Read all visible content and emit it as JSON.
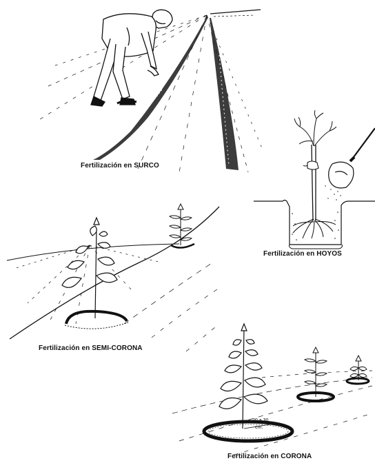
{
  "captions": {
    "surco": "Fertilización en SURCO",
    "hoyos": "Fertilización en HOYOS",
    "semi_corona": "Fertilización en SEMI-CORONA",
    "corona": "Fertilización en CORONA"
  },
  "measurement": {
    "value": "20 a 30",
    "unit": "cm."
  },
  "colors": {
    "ink": "#111111",
    "paper": "#ffffff"
  }
}
